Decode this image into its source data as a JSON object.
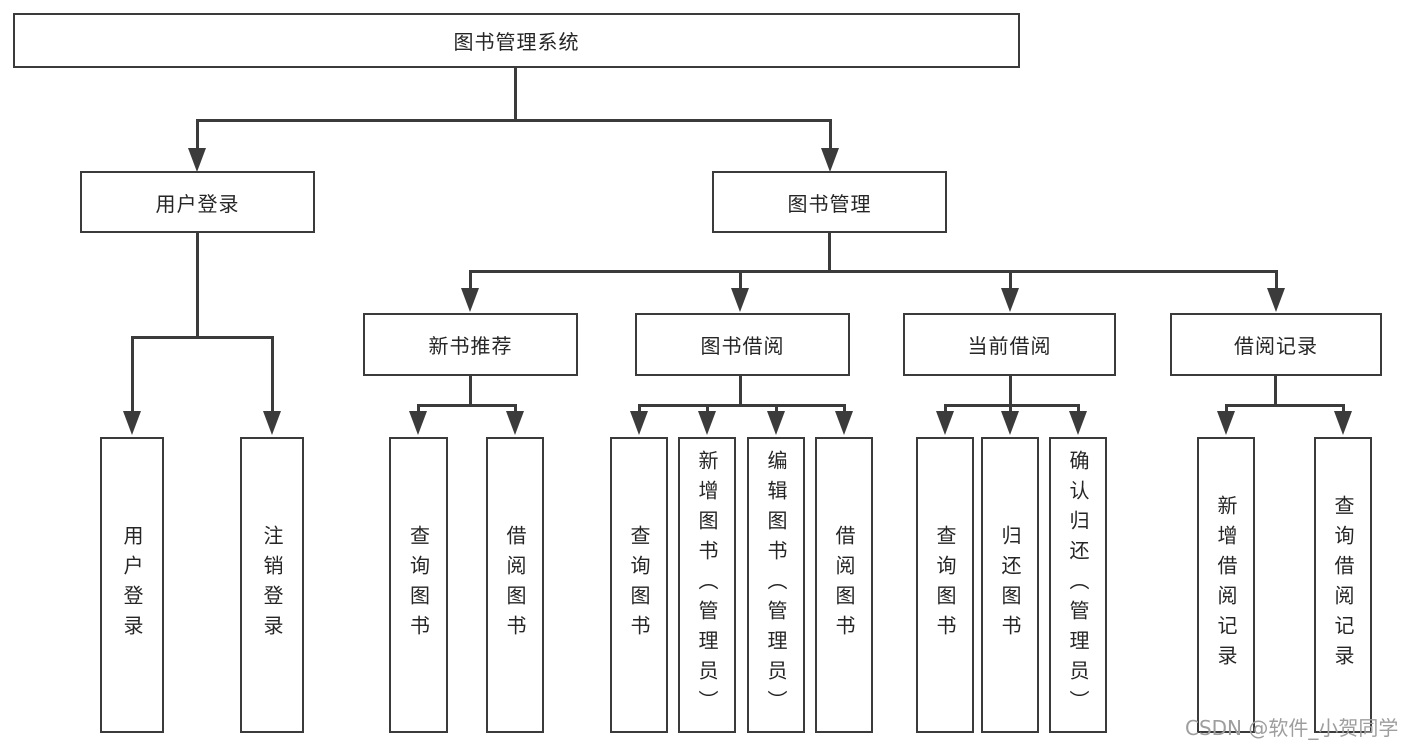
{
  "tree": {
    "label": "图书管理系统",
    "children": [
      {
        "label": "用户登录",
        "children": [
          {
            "label": "用户登录"
          },
          {
            "label": "注销登录"
          }
        ]
      },
      {
        "label": "图书管理",
        "children": [
          {
            "label": "新书推荐",
            "children": [
              {
                "label": "查询图书"
              },
              {
                "label": "借阅图书"
              }
            ]
          },
          {
            "label": "图书借阅",
            "children": [
              {
                "label": "查询图书"
              },
              {
                "label": "新增图书（管理员）"
              },
              {
                "label": "编辑图书（管理员）"
              },
              {
                "label": "借阅图书"
              }
            ]
          },
          {
            "label": "当前借阅",
            "children": [
              {
                "label": "查询图书"
              },
              {
                "label": "归还图书"
              },
              {
                "label": "确认归还（管理员）"
              }
            ]
          },
          {
            "label": "借阅记录",
            "children": [
              {
                "label": "新增借阅记录"
              },
              {
                "label": "查询借阅记录"
              }
            ]
          }
        ]
      }
    ]
  },
  "watermark": "CSDN @软件_小贺同学",
  "colors": {
    "line": "#3b3b3b",
    "text": "#262626",
    "watermark": "#9e9e9e",
    "background": "#ffffff"
  }
}
